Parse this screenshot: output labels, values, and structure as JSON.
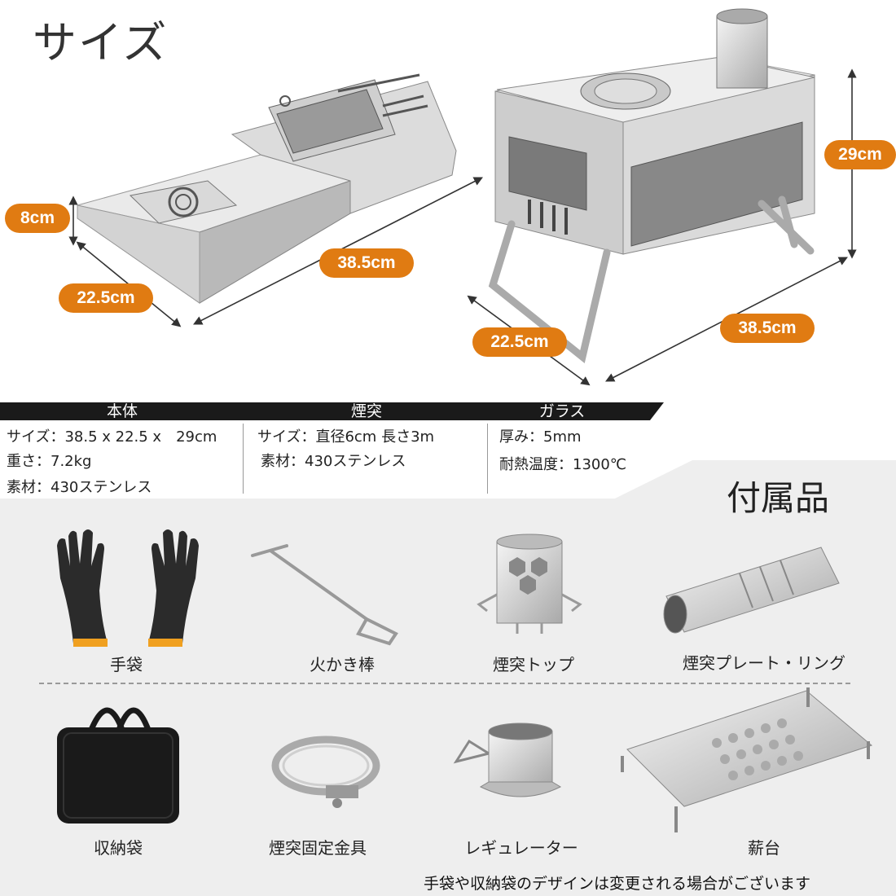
{
  "title": "サイズ",
  "dimensions": {
    "folded_height": "8cm",
    "folded_depth": "22.5cm",
    "folded_length": "38.5cm",
    "stove_height": "29cm",
    "stove_depth": "22.5cm",
    "stove_length": "38.5cm"
  },
  "specs": {
    "columns": [
      {
        "header": "本体",
        "lines": [
          "サイズ：38.5 x 22.5 x　29cm",
          "重さ：7.2kg",
          "素材：430ステンレス"
        ]
      },
      {
        "header": "煙突",
        "lines": [
          "サイズ：直径6cm 長さ3m",
          "素材：430ステンレス"
        ]
      },
      {
        "header": "ガラス",
        "lines": [
          "厚み：5mm",
          "耐熱温度：1300℃"
        ]
      }
    ]
  },
  "accessories": {
    "title": "付属品",
    "items": [
      {
        "label": "手袋",
        "icon": "gloves-icon"
      },
      {
        "label": "火かき棒",
        "icon": "poker-icon"
      },
      {
        "label": "煙突トップ",
        "icon": "chimney-cap-icon"
      },
      {
        "label": "煙突プレート・リング",
        "icon": "chimney-pipe-icon"
      },
      {
        "label": "収納袋",
        "icon": "storage-bag-icon"
      },
      {
        "label": "煙突固定金具",
        "icon": "pipe-clamp-icon"
      },
      {
        "label": "レギュレーター",
        "icon": "regulator-icon"
      },
      {
        "label": "薪台",
        "icon": "log-grate-icon"
      }
    ]
  },
  "footnote": "手袋や収納袋のデザインは変更される場合がございます"
}
